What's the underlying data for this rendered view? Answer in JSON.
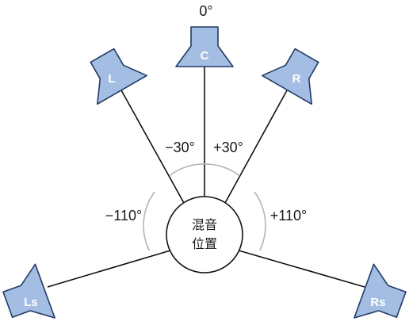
{
  "diagram": {
    "angles": {
      "center": "0°",
      "front_left": "−30°",
      "front_right": "+30°",
      "surround_left": "−110°",
      "surround_right": "+110°"
    },
    "speakers": {
      "left": "L",
      "center": "C",
      "right": "R",
      "left_surround": "Ls",
      "right_surround": "Rs"
    },
    "listening_position": {
      "line1": "混音",
      "line2": "位置"
    },
    "colors": {
      "speaker_fill": "#a3bde3",
      "speaker_outline": "#223a66",
      "arc": "#b5b5b5",
      "line": "#111111"
    }
  }
}
